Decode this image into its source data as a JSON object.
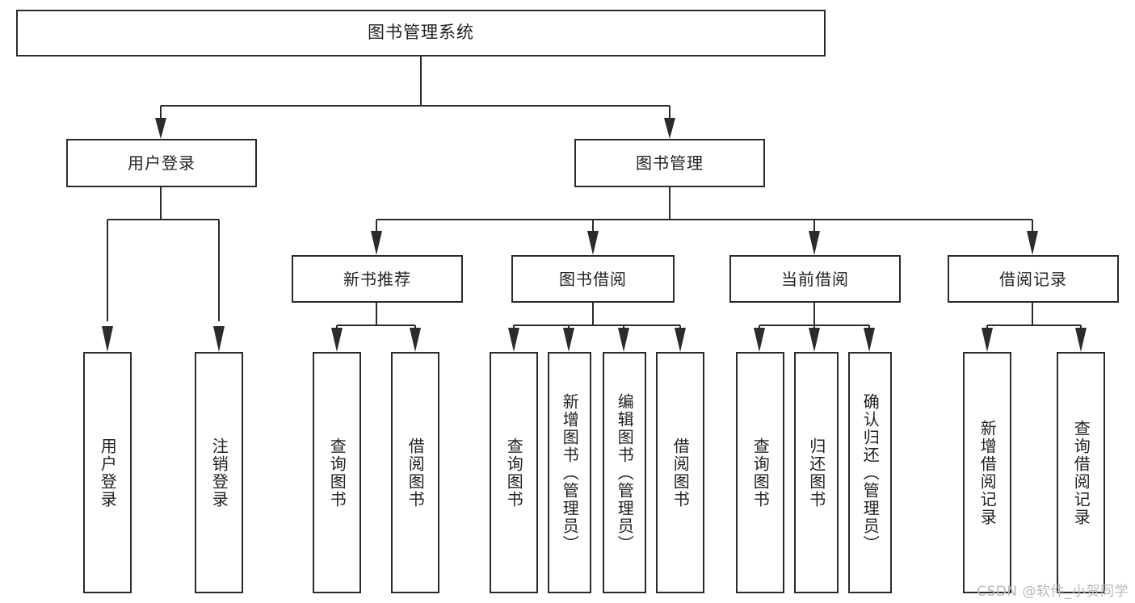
{
  "diagram": {
    "title": "图书管理系统",
    "type": "functional-structure-tree",
    "watermark": "CSDN @软件_小贺同学",
    "colors": {
      "background": "#ffffff",
      "box_border": "#2b2b2b",
      "box_fill": "#ffffff",
      "connector": "#2b2b2b",
      "text": "#222222",
      "watermark": "#b9b9b9"
    },
    "root": {
      "label": "图书管理系统"
    },
    "level2": [
      {
        "label": "用户登录"
      },
      {
        "label": "图书管理"
      }
    ],
    "level3": [
      {
        "label": "新书推荐"
      },
      {
        "label": "图书借阅"
      },
      {
        "label": "当前借阅"
      },
      {
        "label": "借阅记录"
      }
    ],
    "leaves": {
      "user_login": [
        {
          "label": "用户登录"
        },
        {
          "label": "注销登录"
        }
      ],
      "new_book_recommend": [
        {
          "label": "查询图书"
        },
        {
          "label": "借阅图书"
        }
      ],
      "book_borrow": [
        {
          "label": "查询图书"
        },
        {
          "label": "新增图书（管理员）"
        },
        {
          "label": "编辑图书（管理员）"
        },
        {
          "label": "借阅图书"
        }
      ],
      "current_borrow": [
        {
          "label": "查询图书"
        },
        {
          "label": "归还图书"
        },
        {
          "label": "确认归还（管理员）"
        }
      ],
      "borrow_record": [
        {
          "label": "新增借阅记录"
        },
        {
          "label": "查询借阅记录"
        }
      ]
    }
  }
}
